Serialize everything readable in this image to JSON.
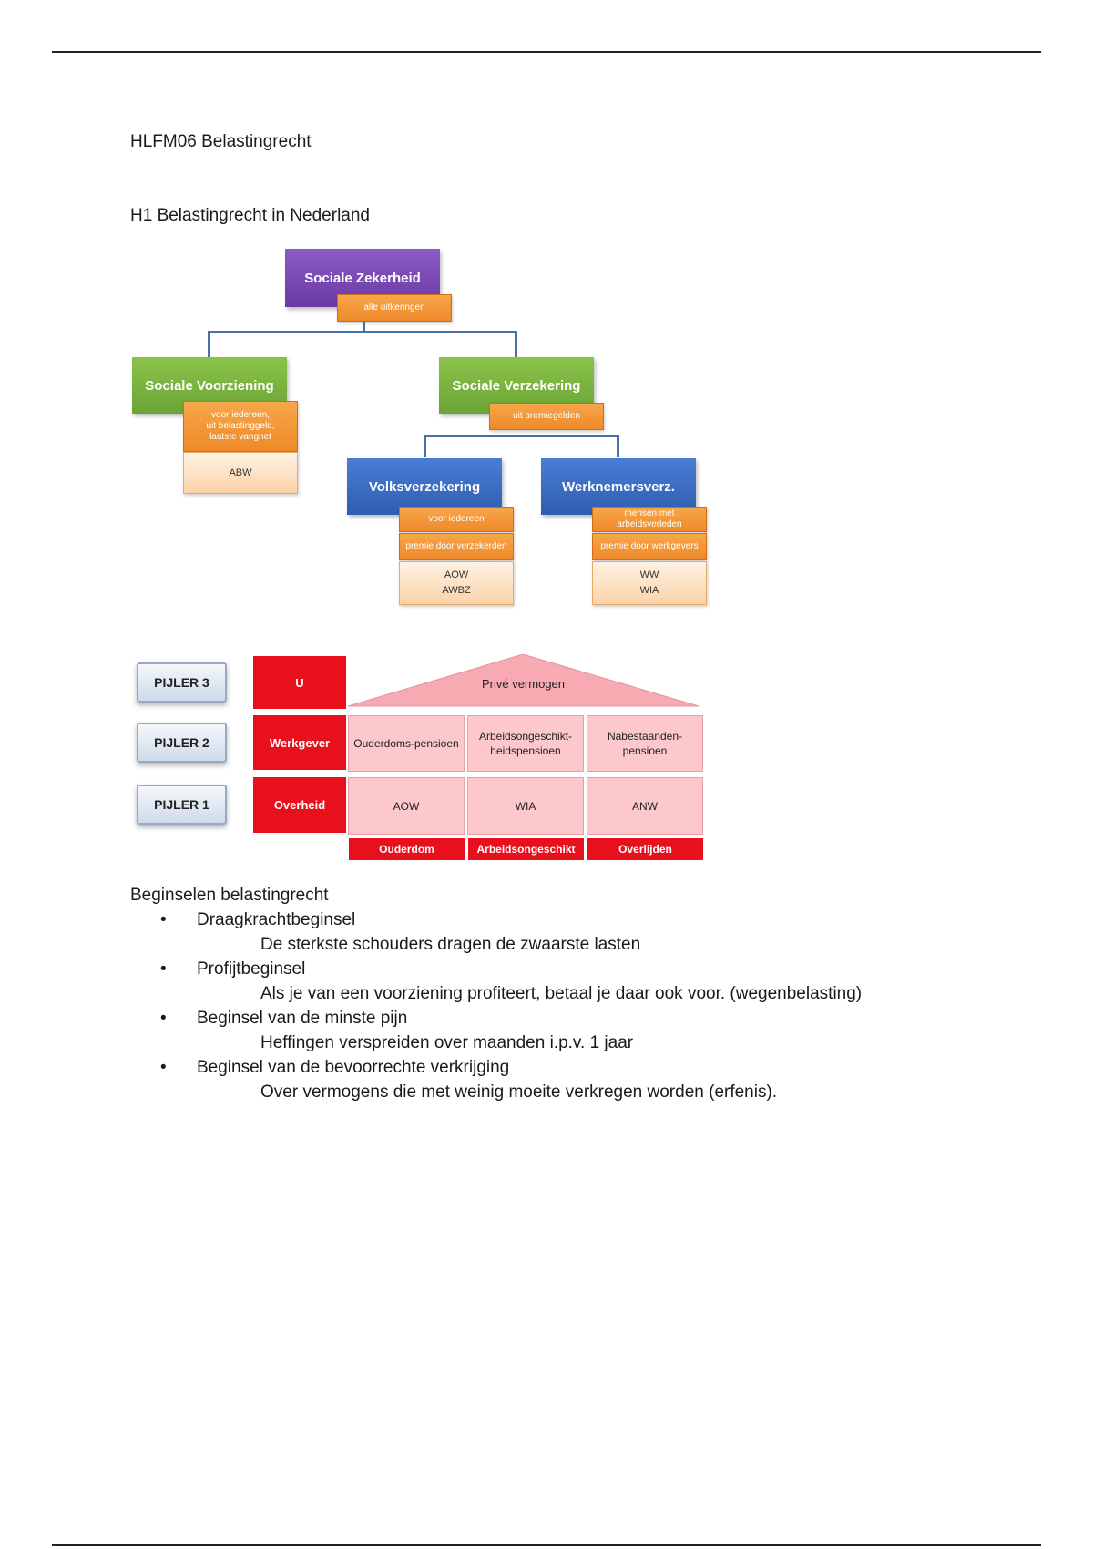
{
  "document": {
    "title": "HLFM06 Belastingrecht",
    "chapter": "H1 Belastingrecht in Nederland"
  },
  "org_chart": {
    "root": {
      "label": "Sociale Zekerheid",
      "tag": "alle uitkeringen"
    },
    "voorziening": {
      "label": "Sociale Voorziening",
      "tag_lines": [
        "voor iedereen,",
        "uit belastinggeld,",
        "laatste vangnet"
      ],
      "examples": [
        "ABW"
      ]
    },
    "verzekering": {
      "label": "Sociale Verzekering",
      "tag": "uit premiegelden"
    },
    "volks": {
      "label": "Volksverzekering",
      "tags": [
        "voor iedereen",
        "premie door verzekerden"
      ],
      "examples": [
        "AOW",
        "AWBZ"
      ]
    },
    "werknemers": {
      "label": "Werknemersverz.",
      "tags": [
        "mensen met arbeidsverleden",
        "premie door werkgevers"
      ],
      "examples": [
        "WW",
        "WIA"
      ]
    }
  },
  "pillars_chart": {
    "pillars": [
      "PIJLER 3",
      "PIJLER 2",
      "PIJLER 1"
    ],
    "actors": [
      "U",
      "Werkgever",
      "Overheid"
    ],
    "roof_label": "Privé vermogen",
    "pensions": [
      "Ouderdoms-pensioen",
      "Arbeidsongeschikt-heidspensioen",
      "Nabestaanden-pensioen"
    ],
    "base_benefits": [
      "AOW",
      "WIA",
      "ANW"
    ],
    "risks": [
      "Ouderdom",
      "Arbeidsongeschikt",
      "Overlijden"
    ]
  },
  "principles": {
    "heading": "Beginselen belastingrecht",
    "items": [
      {
        "name": "Draagkrachtbeginsel",
        "description": "De sterkste schouders dragen de zwaarste lasten"
      },
      {
        "name": "Profijtbeginsel",
        "description": "Als je van een voorziening profiteert, betaal je daar ook voor. (wegenbelasting)"
      },
      {
        "name": "Beginsel van de minste pijn",
        "description": "Heffingen verspreiden over maanden i.p.v. 1 jaar"
      },
      {
        "name": "Beginsel van de bevoorrechte verkrijging",
        "description": "Over vermogens die met weinig moeite verkregen worden (erfenis)."
      }
    ]
  },
  "colors": {
    "purple": "#7b4bb4",
    "green": "#7cb342",
    "blue": "#3a6cc4",
    "orange": "#f2972e",
    "red": "#e8101c",
    "pink": "#fcc8cc"
  }
}
